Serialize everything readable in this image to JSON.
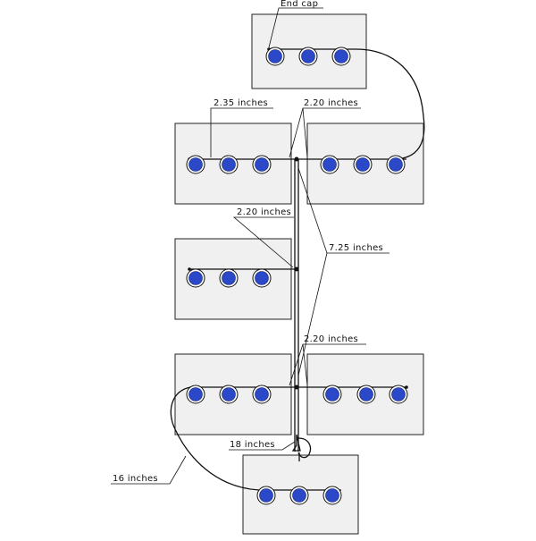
{
  "labels": {
    "end_cap": "End cap",
    "left_spacing": "2.35 inches",
    "top_junction_spacing": "2.20 inches",
    "middle_spacing": "2.20 inches",
    "trunk_length": "7.25 inches",
    "bottom_junction_spacing": "2.20 inches",
    "lead_length": "18 inches",
    "jumper_length": "16 inches"
  },
  "colors": {
    "light": "#2a48c8",
    "panel": "#f0f0f0",
    "wire": "#111111"
  }
}
